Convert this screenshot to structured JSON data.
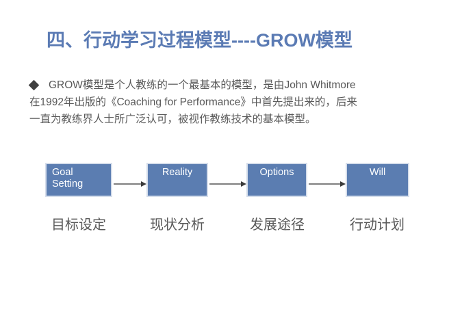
{
  "slide": {
    "title": "四、行动学习过程模型----GROW模型",
    "title_color": "#5B7BB4",
    "background": "#ffffff"
  },
  "body": {
    "bullet_icon": "diamond-bullet-icon",
    "lines": [
      "GROW模型是个人教练的一个最基本的模型，是由John Whitmore",
      "在1992年出版的《Coaching for Performance》中首先提出来的，后来",
      "一直为教练界人士所广泛认可，被视作教练技术的基本模型。"
    ],
    "text_color": "#595959"
  },
  "diagram": {
    "type": "flow",
    "box_fill": "#5B7DB1",
    "box_border": "#D6DEEB",
    "box_text_color": "#ffffff",
    "arrow_color": "#7F7F7F",
    "steps": [
      {
        "label": "Goal\nSetting",
        "label_line1": "Goal",
        "label_line2": "Setting",
        "caption": "目标设定"
      },
      {
        "label": "Reality",
        "label_line1": "Reality",
        "label_line2": "",
        "caption": "现状分析"
      },
      {
        "label": "Options",
        "label_line1": "Options",
        "label_line2": "",
        "caption": "发展途径"
      },
      {
        "label": "Will",
        "label_line1": "Will",
        "label_line2": "",
        "caption": "行动计划"
      }
    ],
    "arrows": [
      {
        "from": "Goal Setting",
        "to": "Reality",
        "glyph": "arrow-right-icon"
      },
      {
        "from": "Reality",
        "to": "Options",
        "glyph": "arrow-right-icon"
      },
      {
        "from": "Options",
        "to": "Will",
        "glyph": "arrow-right-icon"
      }
    ],
    "caption_color": "#595959"
  }
}
